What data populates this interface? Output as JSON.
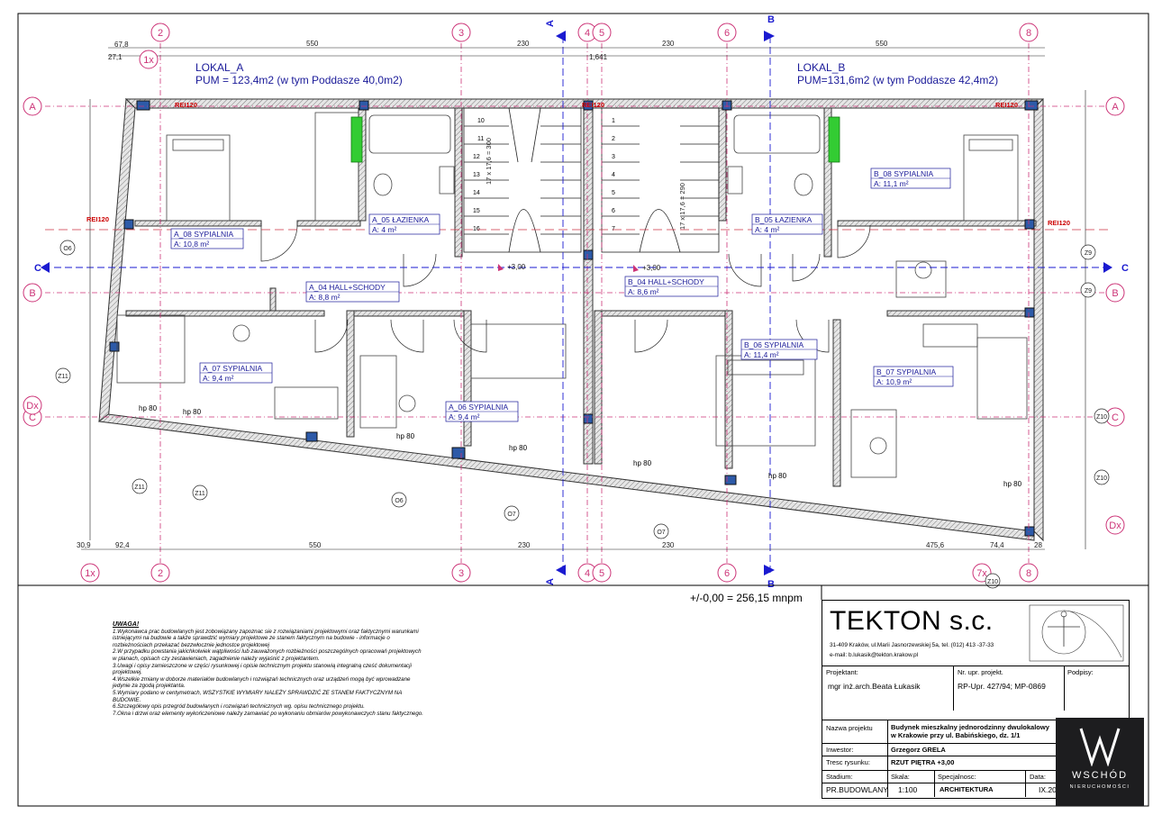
{
  "units": {
    "lokal_a": {
      "name": "LOKAL_A",
      "pum": "PUM = 123,4m2 (w tym Poddasze 40,0m2)"
    },
    "lokal_b": {
      "name": "LOKAL_B",
      "pum": "PUM=131,6m2 (w tym Poddasze 42,4m2)"
    }
  },
  "rooms": [
    {
      "id": "A_08",
      "name": "A_08 SYPIALNIA",
      "area": "A: 10,8 m²"
    },
    {
      "id": "A_05",
      "name": "A_05 ŁAZIENKA",
      "area": "A: 4 m²"
    },
    {
      "id": "A_04",
      "name": "A_04 HALL+SCHODY",
      "area": "A: 8,8 m²"
    },
    {
      "id": "A_07",
      "name": "A_07 SYPIALNIA",
      "area": "A: 9,4 m²"
    },
    {
      "id": "A_06",
      "name": "A_06 SYPIALNIA",
      "area": "A: 9,4 m²"
    },
    {
      "id": "B_04",
      "name": "B_04 HALL+SCHODY",
      "area": "A: 8,6 m²"
    },
    {
      "id": "B_05",
      "name": "B_05 ŁAZIENKA",
      "area": "A: 4 m²"
    },
    {
      "id": "B_08",
      "name": "B_08 SYPIALNIA",
      "area": "A: 11,1 m²"
    },
    {
      "id": "B_06",
      "name": "B_06 SYPIALNIA",
      "area": "A: 11,4 m²"
    },
    {
      "id": "B_07",
      "name": "B_07 SYPIALNIA",
      "area": "A: 10,9 m²"
    }
  ],
  "grid_axes": {
    "vertical": [
      "2",
      "3",
      "4",
      "5",
      "6",
      "8",
      "1x",
      "7x"
    ],
    "horizontal": [
      "A",
      "B",
      "C",
      "Dx"
    ]
  },
  "section_marks": [
    "A",
    "B",
    "C"
  ],
  "top_dimensions": [
    "67,8",
    "550",
    "230",
    "230",
    "550",
    "27,1",
    "1,641"
  ],
  "bottom_dimensions": [
    "30,9",
    "92,4",
    "550",
    "230",
    "230",
    "475,6",
    "74,4",
    "28"
  ],
  "fire_labels": [
    "REI120",
    "REI120",
    "REI120",
    "REI120",
    "REI120"
  ],
  "level_marks": [
    "+3,00",
    "+3,00"
  ],
  "window_tags": [
    "hp 80",
    "hp 80",
    "hp 80",
    "hp 80",
    "hp 80",
    "hp 80",
    "hp 80"
  ],
  "stair_numbers": [
    "10",
    "11",
    "12",
    "13",
    "14",
    "15",
    "16",
    "1",
    "2",
    "3",
    "4",
    "5",
    "6",
    "7"
  ],
  "stair_labels": [
    "17 x 17,6 = 300",
    "17 x 17,6 = 290"
  ],
  "window_codes": [
    "O6",
    "O6",
    "O7",
    "O7",
    "Z11",
    "Z11",
    "Z11",
    "Z10",
    "Z10",
    "Z10",
    "Z9",
    "Z9"
  ],
  "elevation_note": "+/-0,00 = 256,15 mnpm",
  "notes": {
    "title": "UWAGA!",
    "items": [
      "1.Wykonawca prac budowlanych jest zobowiązany zapoznac sie z rozwiązaniami projektowymi oraz faktycznymi warunkami istniejącymi na budowie a także sprawdzić wymiary projektowe ze stanem faktycznym na budowie - informacje o rozbieżnościach przekazać bezzwłocznie jednostce projektowej",
      "2.W przypadku powstania jakichkolwiek wątpliwości lub zauważonych rozbieżności poszczególnych opracowań projektowych w planach, opisach czy zestawieniach, zagadnienie należy wyjaśnić z projektantem.",
      "3.Uwagi i opisy zamieszczone w części rysunkowej i opisie technicznym projektu stanowią integralną cześć dokumentacji projektowej.",
      "4.Wszelkie zmiany w doborze materiałów budowlanych i rozwiązań technicznych oraz urządzeń mogą być wprowadzane jedynie za zgodą projektanta.",
      "5.Wymiary podano w centymetrach, WSZYSTKIE WYMIARY NALEŻY SPRAWDZIĆ ZE STANEM FAKTYCZNYM NA BUDOWIE.",
      "6.Szczegółowy opis przegród budowlanych i rozwiązań technicznych wg. opisu technicznego projektu.",
      "7.Okna i drzwi oraz elementy wykończeniowe należy zamawiać po wykonaniu obmiarów powykonawczych stanu faktycznego."
    ]
  },
  "title_block": {
    "company": "TEKTON s.c.",
    "address": "31-409 Kraków, ul.Marii Jasnorzewskiej 5a, tel. (012) 413 -37-33",
    "email": "e-mail: b.lukasik@tekton.krakow.pl",
    "projektant_label": "Projektant:",
    "projektant_value": "mgr inż.arch.Beata Łukasik",
    "nr_label": "Nr. upr. projekt.",
    "nr_value": "RP-Upr. 427/94; MP-0869",
    "podpisy_label": "Podpisy:",
    "nazwa_label": "Nazwa projektu",
    "nazwa_value_1": "Budynek mieszkalny jednorodzinny  dwulokalowy",
    "nazwa_value_2": "w Krakowie przy ul. Babińskiego, dz. 1/1",
    "inwestor_label": "Inwestor:",
    "inwestor_value": "Grzegorz GRELA",
    "tresc_label": "Tresc rysunku:",
    "tresc_value": "RZUT PIĘTRA +3,00",
    "stadium_label": "Stadium:",
    "stadium_value": "PR.BUDOWLANY",
    "skala_label": "Skala:",
    "skala_value": "1:100",
    "spec_label": "Specjalnosc:",
    "spec_value": "ARCHITEKTURA",
    "data_label": "Data:",
    "data_value": "IX.20"
  },
  "logo": {
    "line1": "WSCHÓD",
    "line2": "NIERUCHOMOŚCI"
  },
  "colors": {
    "wall": "#555555",
    "hatch": "#888888",
    "axis": "#cc3377",
    "room_label": "#1a1a99",
    "door": "#008800",
    "section": "#1a1ad0",
    "fire": "#cc0000"
  }
}
